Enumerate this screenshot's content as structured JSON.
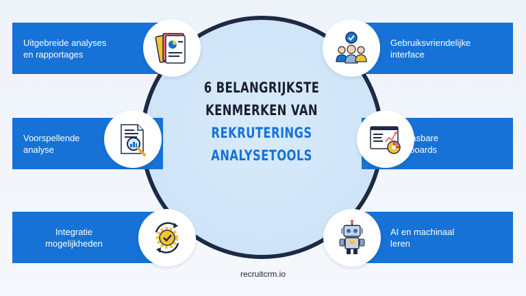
{
  "title": {
    "line1": "6 BELANGRIJKSTE",
    "line2": "KENMERKEN VAN",
    "line3": "REKRUTERINGS",
    "line4": "ANALYSETOOLS"
  },
  "features": [
    {
      "label": "Uitgebreide analyses\nen rapportages",
      "icon": "report-documents-icon"
    },
    {
      "label": "Voorspellende\nanalyse",
      "icon": "document-magnifier-icon"
    },
    {
      "label": "Integratie\nmogelijkheden",
      "icon": "gear-cycle-icon"
    },
    {
      "label": "Gebruiksvriendelijke\ninterface",
      "icon": "team-badge-icon"
    },
    {
      "label": "Aanpasbare\ndashboards",
      "icon": "dashboard-chart-icon"
    },
    {
      "label": "AI en machinaal\nleren",
      "icon": "robot-icon"
    }
  ],
  "footer": "recruitcrm.io",
  "colors": {
    "accent_blue": "#1672d6",
    "title_blue": "#1673d9",
    "ring": "#1d2a44",
    "circle_fill": "#cfe4f8"
  }
}
